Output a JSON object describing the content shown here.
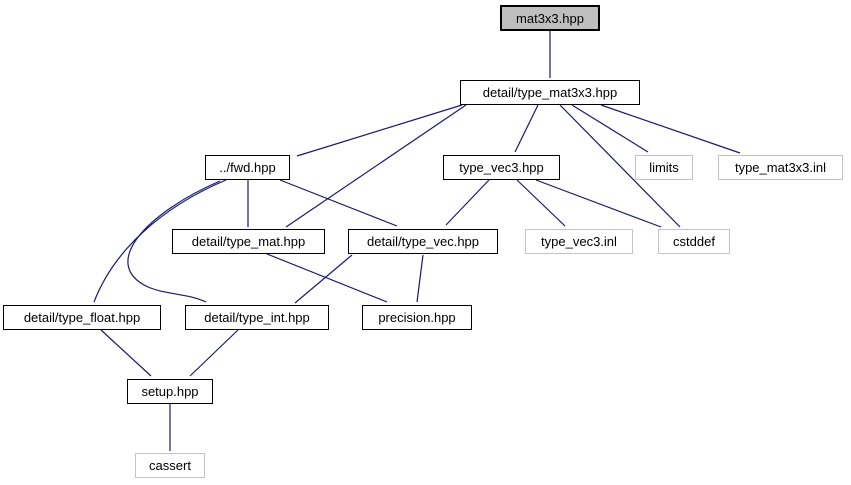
{
  "graph": {
    "title": "mat3x3.hpp include dependency graph",
    "edge_color": "#191970",
    "root_fill_color": "#bfbfbf",
    "node_border_color": "#000000",
    "leaf_border_color": "#c4c4c4"
  },
  "nodes": [
    {
      "label": "mat3x3.hpp",
      "kind": "root"
    },
    {
      "label": "detail/type_mat3x3.hpp",
      "kind": "internal"
    },
    {
      "label": "../fwd.hpp",
      "kind": "internal"
    },
    {
      "label": "type_vec3.hpp",
      "kind": "internal"
    },
    {
      "label": "limits",
      "kind": "leaf"
    },
    {
      "label": "type_mat3x3.inl",
      "kind": "leaf"
    },
    {
      "label": "detail/type_mat.hpp",
      "kind": "internal"
    },
    {
      "label": "detail/type_vec.hpp",
      "kind": "internal"
    },
    {
      "label": "type_vec3.inl",
      "kind": "leaf"
    },
    {
      "label": "cstddef",
      "kind": "leaf"
    },
    {
      "label": "detail/type_float.hpp",
      "kind": "internal"
    },
    {
      "label": "detail/type_int.hpp",
      "kind": "internal"
    },
    {
      "label": "precision.hpp",
      "kind": "internal"
    },
    {
      "label": "setup.hpp",
      "kind": "internal"
    },
    {
      "label": "cassert",
      "kind": "leaf"
    }
  ],
  "edges": [
    {
      "from": "mat3x3.hpp",
      "to": "detail/type_mat3x3.hpp"
    },
    {
      "from": "detail/type_mat3x3.hpp",
      "to": "../fwd.hpp"
    },
    {
      "from": "detail/type_mat3x3.hpp",
      "to": "detail/type_mat.hpp"
    },
    {
      "from": "detail/type_mat3x3.hpp",
      "to": "type_vec3.hpp"
    },
    {
      "from": "detail/type_mat3x3.hpp",
      "to": "cstddef"
    },
    {
      "from": "detail/type_mat3x3.hpp",
      "to": "limits"
    },
    {
      "from": "detail/type_mat3x3.hpp",
      "to": "type_mat3x3.inl"
    },
    {
      "from": "../fwd.hpp",
      "to": "detail/type_mat.hpp"
    },
    {
      "from": "../fwd.hpp",
      "to": "detail/type_vec.hpp"
    },
    {
      "from": "../fwd.hpp",
      "to": "detail/type_float.hpp"
    },
    {
      "from": "../fwd.hpp",
      "to": "detail/type_int.hpp"
    },
    {
      "from": "type_vec3.hpp",
      "to": "detail/type_vec.hpp"
    },
    {
      "from": "type_vec3.hpp",
      "to": "type_vec3.inl"
    },
    {
      "from": "type_vec3.hpp",
      "to": "cstddef"
    },
    {
      "from": "detail/type_mat.hpp",
      "to": "precision.hpp"
    },
    {
      "from": "detail/type_vec.hpp",
      "to": "detail/type_int.hpp"
    },
    {
      "from": "detail/type_vec.hpp",
      "to": "precision.hpp"
    },
    {
      "from": "detail/type_float.hpp",
      "to": "setup.hpp"
    },
    {
      "from": "detail/type_int.hpp",
      "to": "setup.hpp"
    },
    {
      "from": "setup.hpp",
      "to": "cassert"
    }
  ]
}
